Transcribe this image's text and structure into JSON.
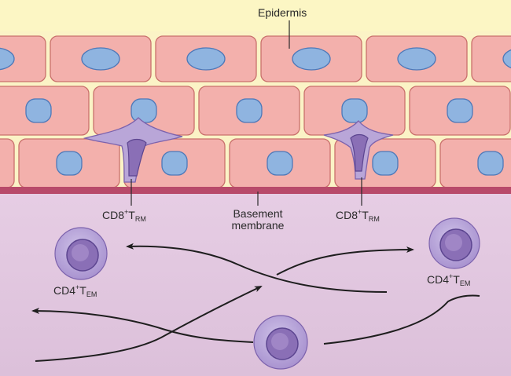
{
  "labels": {
    "epidermis": "Epidermis",
    "basement_line1": "Basement",
    "basement_line2": "membrane",
    "cd8_trm_base": "CD8",
    "cd8_trm_sup": "+",
    "cd8_trm_t": "T",
    "cd8_trm_sub": "RM",
    "cd4_tem_base": "CD4",
    "cd4_tem_sup": "+",
    "cd4_tem_t": "T",
    "cd4_tem_sub": "EM"
  },
  "colors": {
    "epidermis_bg": "#fcf6c4",
    "keratinocyte_fill": "#f3b0ac",
    "keratinocyte_stroke": "#c9706c",
    "nucleus_fill": "#8fb4e0",
    "nucleus_stroke": "#4d78b8",
    "basement_membrane": "#b84a6a",
    "dermis_bg": "#e3c8e0",
    "t_cell_fill": "#b9a6d8",
    "t_cell_stroke": "#7c62ad",
    "arrow": "#1e1e1e"
  },
  "icons": [
    "keratinocyte-cell",
    "dendritic-trm-cell",
    "round-tem-cell",
    "migration-arrow"
  ]
}
